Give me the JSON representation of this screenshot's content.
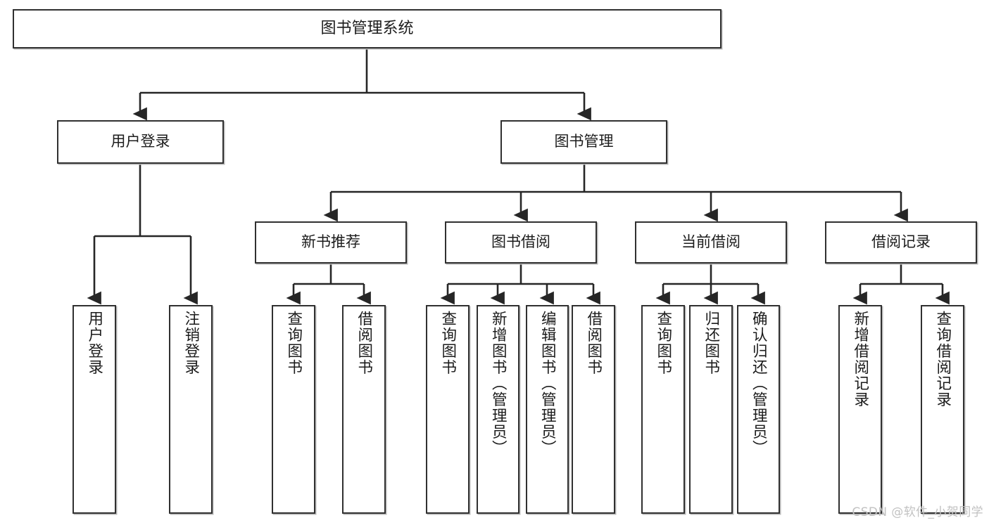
{
  "diagram": {
    "title": "图书管理系统",
    "watermark": "CSDN @软件_小贺同学",
    "colors": {
      "box_border": "#303030",
      "box_fill": "#ffffff",
      "edge": "#262626",
      "watermark": "#c2c2c2"
    },
    "levels": {
      "root": "图书管理系统",
      "level2": [
        "用户登录",
        "图书管理"
      ],
      "level3": [
        "新书推荐",
        "图书借阅",
        "当前借阅",
        "借阅记录"
      ]
    },
    "nodes": {
      "root": {
        "label": "图书管理系统"
      },
      "user_login": {
        "label": "用户登录"
      },
      "book_manage": {
        "label": "图书管理"
      },
      "new_book_rec": {
        "label": "新书推荐"
      },
      "book_borrow": {
        "label": "图书借阅"
      },
      "current_borrow": {
        "label": "当前借阅"
      },
      "borrow_record": {
        "label": "借阅记录"
      },
      "leaf_user_login": {
        "label": "用户登录"
      },
      "leaf_logout": {
        "label": "注销登录"
      },
      "leaf_query_book_1": {
        "label": "查询图书"
      },
      "leaf_borrow_book_1": {
        "label": "借阅图书"
      },
      "leaf_query_book_2": {
        "label": "查询图书"
      },
      "leaf_add_book": {
        "label": "新增图书（管理员）"
      },
      "leaf_edit_book": {
        "label": "编辑图书（管理员）"
      },
      "leaf_borrow_book_2": {
        "label": "借阅图书"
      },
      "leaf_query_book_3": {
        "label": "查询图书"
      },
      "leaf_return_book": {
        "label": "归还图书"
      },
      "leaf_confirm_return": {
        "label": "确认归还（管理员）"
      },
      "leaf_add_record": {
        "label": "新增借阅记录"
      },
      "leaf_query_record": {
        "label": "查询借阅记录"
      }
    }
  }
}
